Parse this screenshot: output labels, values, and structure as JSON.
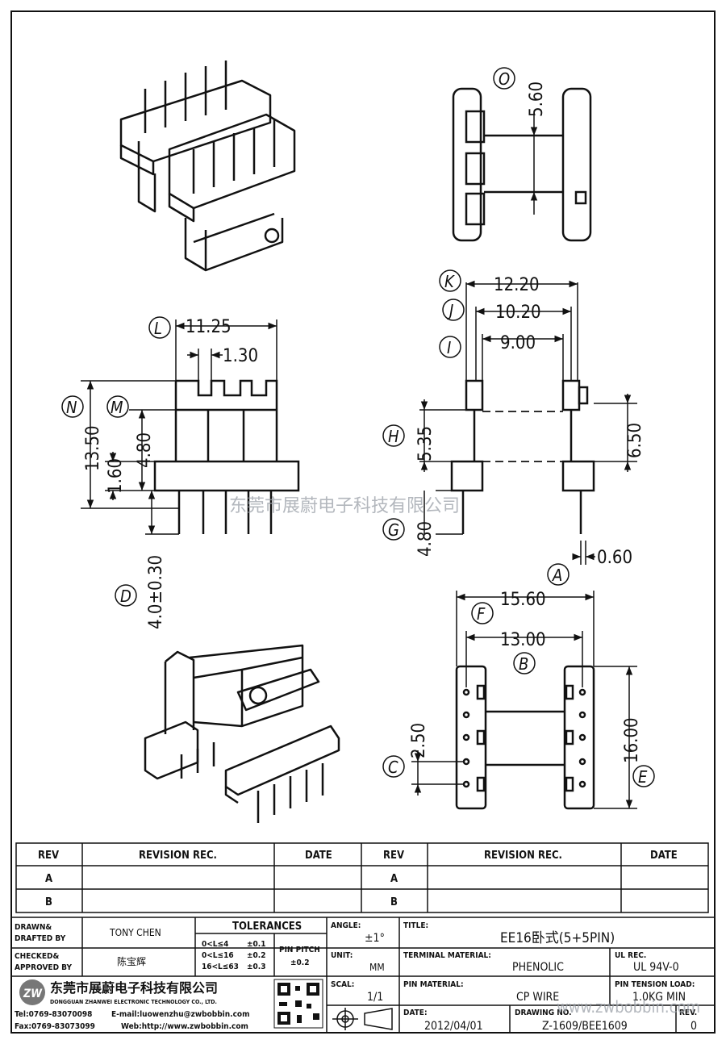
{
  "views": {
    "dimensions": {
      "o": "5.60",
      "k": "12.20",
      "j": "10.20",
      "i": "9.00",
      "l": "11.25",
      "l_small": "1.30",
      "n": "13.50",
      "m": "4.80",
      "m_small": "1.60",
      "h": "5.35",
      "h_right": "6.50",
      "g": "4.80",
      "a": "0.60",
      "d": "4.0±0.30",
      "f": "15.60",
      "b": "13.00",
      "c": "2.50",
      "e": "16.00"
    },
    "labels": {
      "o": "O",
      "k": "K",
      "j": "J",
      "i": "I",
      "l": "L",
      "n": "N",
      "m": "M",
      "h": "H",
      "g": "G",
      "a": "A",
      "d": "D",
      "f": "F",
      "b": "B",
      "c": "C",
      "e": "E"
    },
    "watermark": "东莞市展蔚电子科技有限公司"
  },
  "revision_table": {
    "headers": [
      "REV",
      "REVISION REC.",
      "DATE",
      "REV",
      "REVISION REC.",
      "DATE"
    ],
    "rows": [
      [
        "A",
        "",
        "",
        "A",
        "",
        ""
      ],
      [
        "B",
        "",
        "",
        "B",
        "",
        ""
      ]
    ]
  },
  "title_block": {
    "drawn_label": "DRAWN&",
    "drafted_label": "DRAFTED BY",
    "drawn_by": "TONY CHEN",
    "checked_label": "CHECKED&",
    "approved_label": "APPROVED BY",
    "approved_by": "陈宝辉",
    "tolerances_label": "TOLERANCES",
    "tolerances": [
      {
        "range": "0<L≤4",
        "tol": "±0.1"
      },
      {
        "range": "0<L≤16",
        "tol": "±0.2"
      },
      {
        "range": "16<L≤63",
        "tol": "±0.3"
      }
    ],
    "pin_pitch_label": "PIN PITCH",
    "pin_pitch": "±0.2",
    "angle_label": "ANGLE:",
    "angle": "±1°",
    "unit_label": "UNIT:",
    "unit": "MM",
    "scale_label": "SCAL:",
    "scale": "1/1",
    "title_label": "TITLE:",
    "title": "EE16卧式(5+5PIN)",
    "terminal_material_label": "TERMINAL MATERIAL:",
    "terminal_material": "PHENOLIC",
    "ul_rec_label": "UL REC.",
    "ul_rec": "UL 94V-0",
    "pin_material_label": "PIN MATERIAL:",
    "pin_material": "CP WIRE",
    "pin_tension_label": "PIN TENSION LOAD:",
    "pin_tension": "1.0KG MIN",
    "date_label": "DATE:",
    "date": "2012/04/01",
    "drawing_no_label": "DRAWING NO.",
    "drawing_no": "Z-1609/BEE1609",
    "rev_label": "REV.",
    "rev": "0",
    "company_cn": "东莞市展蔚电子科技有限公司",
    "company_en": "DONGGUAN ZHANWEI ELECTRONIC TECHNOLOGY CO., LTD.",
    "tel": "Tel:0769-83070098",
    "email": "E-mail:luowenzhu@zwbobbin.com",
    "fax": "Fax:0769-83073099",
    "web": "Web:http://www.zwbobbin.com",
    "watermark_url": "www.zwbobbin.com"
  },
  "colors": {
    "line": "#111111",
    "watermark": "#9aa0a8"
  }
}
